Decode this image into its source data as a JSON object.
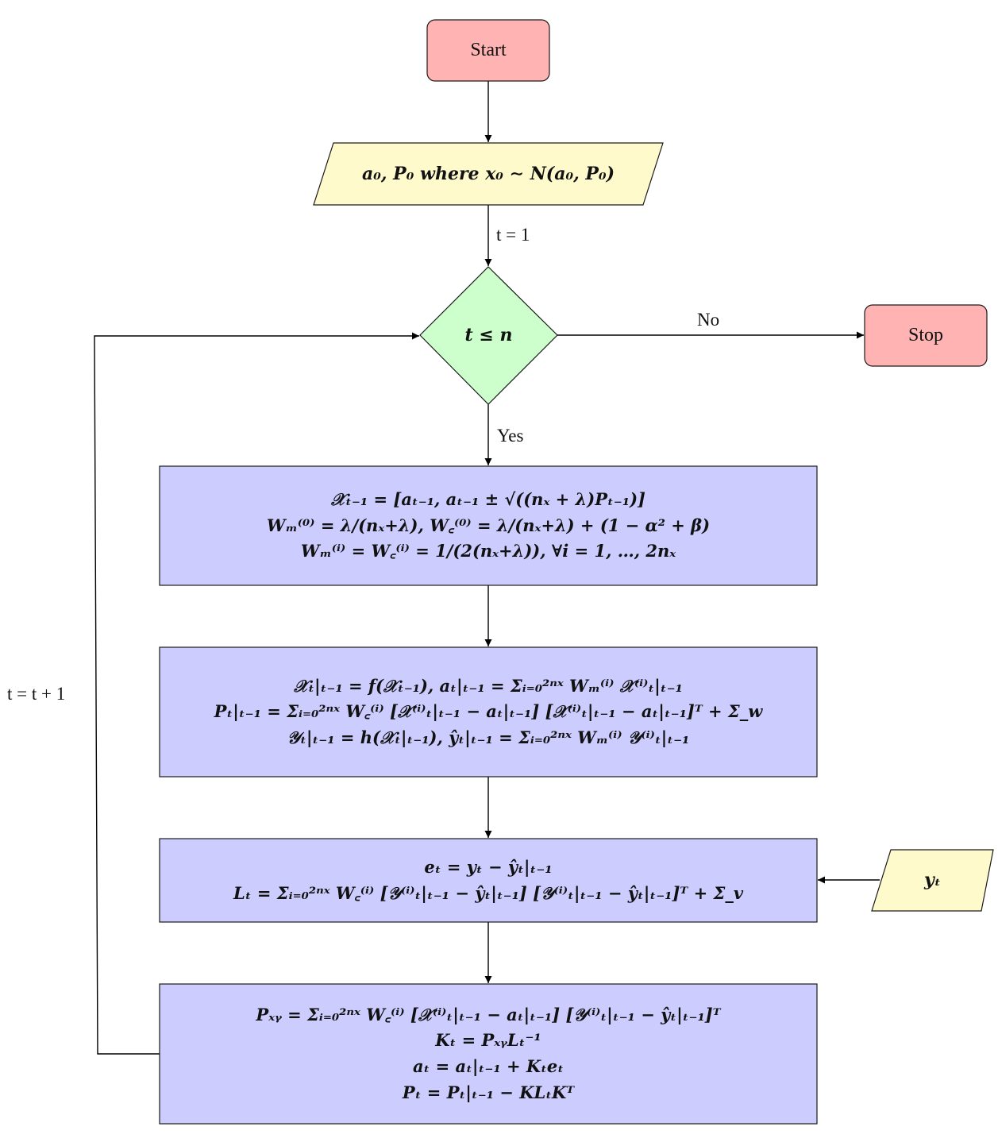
{
  "colors": {
    "terminal_fill": "#ffb3b3",
    "input_fill": "#fffacc",
    "decision_fill": "#ccffcc",
    "process_fill": "#ccccff",
    "stroke": "#1a1a1a"
  },
  "nodes": {
    "start": {
      "label": "Start"
    },
    "stop": {
      "label": "Stop"
    },
    "init_input": {
      "label": "a₀, P₀ where x₀ ∼ N(a₀, P₀)"
    },
    "decision": {
      "label": "t ≤ n"
    },
    "observation_input": {
      "label": "yₜ"
    },
    "sigma_points": {
      "lines": [
        "𝒳ₜ₋₁ = [aₜ₋₁, aₜ₋₁ ± √((nₓ + λ)Pₜ₋₁)]",
        "Wₘ⁽⁰⁾ = λ/(nₓ+λ), W꜀⁽⁰⁾ = λ/(nₓ+λ) + (1 − α² + β)",
        "Wₘ⁽ⁱ⁾ = W꜀⁽ⁱ⁾ = 1/(2(nₓ+λ)), ∀i = 1, …, 2nₓ"
      ]
    },
    "prediction": {
      "lines": [
        "𝒳ₜ|ₜ₋₁ = f(𝒳ₜ₋₁), aₜ|ₜ₋₁ = Σᵢ₌₀²ⁿˣ Wₘ⁽ⁱ⁾ 𝒳⁽ⁱ⁾ₜ|ₜ₋₁",
        "Pₜ|ₜ₋₁ = Σᵢ₌₀²ⁿˣ W꜀⁽ⁱ⁾ [𝒳⁽ⁱ⁾ₜ|ₜ₋₁ − aₜ|ₜ₋₁] [𝒳⁽ⁱ⁾ₜ|ₜ₋₁ − aₜ|ₜ₋₁]ᵀ + Σ_w",
        "𝒴ₜ|ₜ₋₁ = h(𝒳ₜ|ₜ₋₁), ŷₜ|ₜ₋₁ = Σᵢ₌₀²ⁿˣ Wₘ⁽ⁱ⁾ 𝒴⁽ⁱ⁾ₜ|ₜ₋₁"
      ]
    },
    "innovation": {
      "lines": [
        "eₜ = yₜ − ŷₜ|ₜ₋₁",
        "Lₜ = Σᵢ₌₀²ⁿˣ W꜀⁽ⁱ⁾ [𝒴⁽ⁱ⁾ₜ|ₜ₋₁ − ŷₜ|ₜ₋₁] [𝒴⁽ⁱ⁾ₜ|ₜ₋₁ − ŷₜ|ₜ₋₁]ᵀ + Σ_v"
      ]
    },
    "update": {
      "lines": [
        "Pₓᵧ = Σᵢ₌₀²ⁿˣ W꜀⁽ⁱ⁾ [𝒳⁽ⁱ⁾ₜ|ₜ₋₁ − aₜ|ₜ₋₁] [𝒴⁽ⁱ⁾ₜ|ₜ₋₁ − ŷₜ|ₜ₋₁]ᵀ",
        "Kₜ = PₓᵧLₜ⁻¹",
        "aₜ = aₜ|ₜ₋₁ + Kₜeₜ",
        "Pₜ = Pₜ|ₜ₋₁ − KLₜKᵀ"
      ]
    }
  },
  "edge_labels": {
    "init_to_decision": "t = 1",
    "decision_no": "No",
    "decision_yes": "Yes",
    "loop_back": "t = t + 1"
  }
}
